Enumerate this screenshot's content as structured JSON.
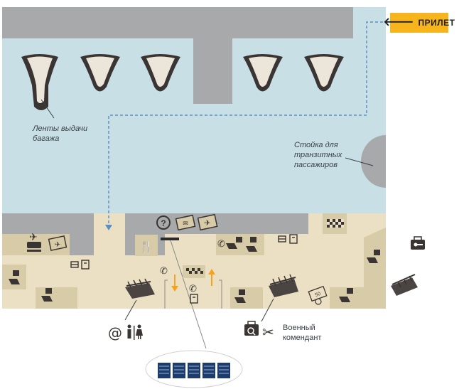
{
  "arrival_button": {
    "label": "ПРИЛЕТ",
    "icon": "arrow-left-icon"
  },
  "labels": {
    "baggage_belts": [
      "Ленты выдачи",
      "багажа"
    ],
    "transit_desk": [
      "Стойка для",
      "транзитных",
      "пассажиров"
    ],
    "military_commandant": [
      "Военный",
      "комендант"
    ]
  },
  "colors": {
    "baggage_hall": "#c8dfe6",
    "walls": "#a7a9ab",
    "concourse": "#ece0c4",
    "shops": "#d8cba8",
    "accent": "#f6b51c",
    "route": "#5a8fc4"
  },
  "icons": [
    "baggage-belt-icon",
    "help-icon",
    "ticket-icon",
    "departures-board-icon",
    "restaurant-icon",
    "taxi-icon",
    "phone-icon",
    "shop-icon",
    "luggage-trolley-icon",
    "escalator-icon",
    "lost-baggage-icon",
    "luggage-storage-icon",
    "currency-exchange-icon",
    "internet-icon",
    "restroom-icon",
    "luggage-wrap-icon",
    "scissors-icon",
    "flight-icon",
    "bus-icon",
    "atm-icon"
  ]
}
